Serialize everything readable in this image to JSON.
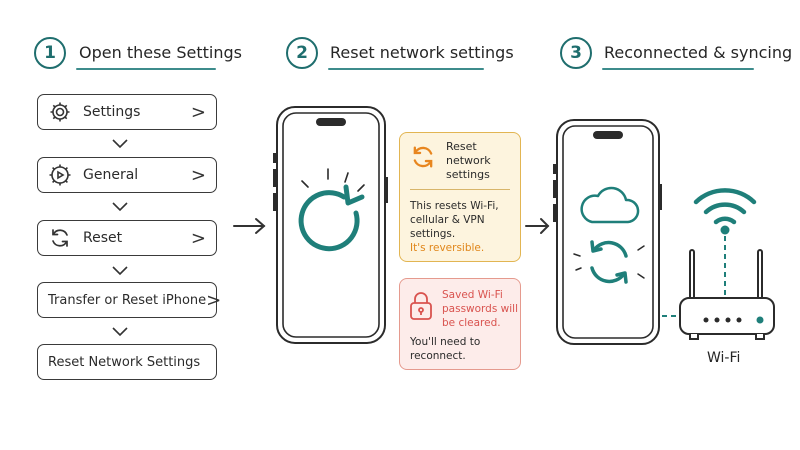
{
  "steps": [
    {
      "number": "1",
      "title": "Open these Settings"
    },
    {
      "number": "2",
      "title": "Reset network settings"
    },
    {
      "number": "3",
      "title": "Reconnected & syncing"
    }
  ],
  "path": [
    {
      "label": "Settings",
      "icon": "gear-icon",
      "chevron": ">"
    },
    {
      "label": "General",
      "icon": "general-gear-icon",
      "chevron": ">"
    },
    {
      "label": "Reset",
      "icon": "reset-icon",
      "chevron": ">"
    },
    {
      "label": "Transfer or Reset iPhone",
      "chevron": ">"
    },
    {
      "label": "Reset Network Settings"
    }
  ],
  "reset_card": {
    "title": "Reset network settings",
    "body": "This resets Wi-Fi, cellular & VPN settings.",
    "note": "It's reversible."
  },
  "warning_card": {
    "warning": "Saved Wi-Fi passwords will be cleared.",
    "body": "You'll need to reconnect."
  },
  "router": {
    "label": "Wi-Fi"
  },
  "colors": {
    "accent": "#1f7f7a",
    "header_teal": "#1f6e6e",
    "orange": "#e8861f",
    "yellow_bg": "#fdf4de",
    "red_bg": "#fdecea",
    "red_text": "#d9534f"
  }
}
